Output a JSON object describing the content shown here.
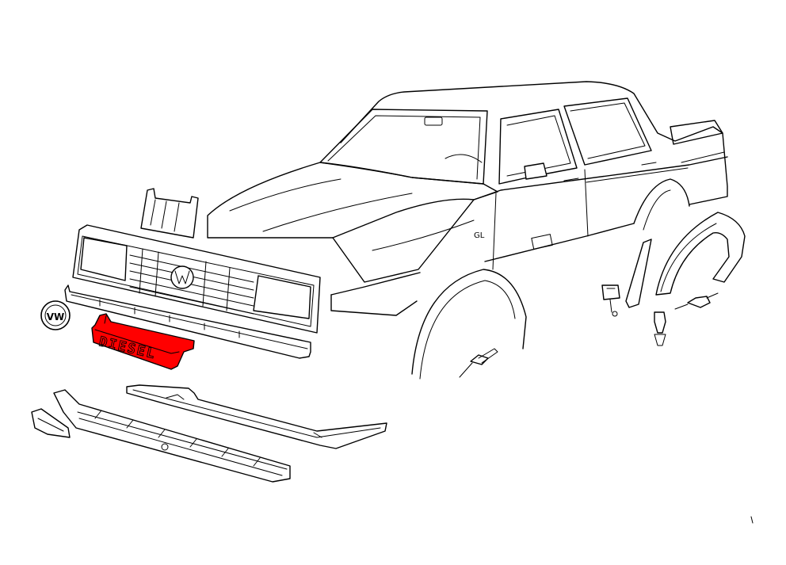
{
  "highlight_color": "#ff0000",
  "badge": {
    "text": "DIESEL"
  },
  "emblem": {
    "text": "VW"
  },
  "model_badge": {
    "text": "GL"
  }
}
